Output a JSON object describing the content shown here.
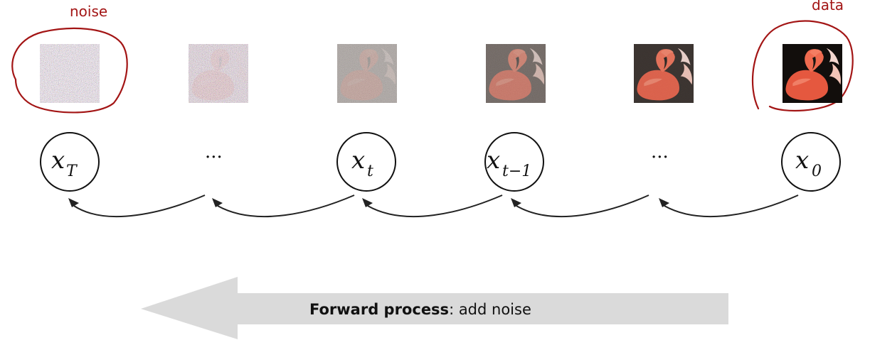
{
  "annotations": {
    "noise_label": "noise",
    "data_label": "data"
  },
  "nodes": [
    {
      "id": "x_T",
      "base": "x",
      "sub": "T"
    },
    {
      "id": "ellipsis_1",
      "text": "···"
    },
    {
      "id": "x_t",
      "base": "x",
      "sub": "t"
    },
    {
      "id": "x_t_minus_1",
      "base": "x",
      "sub": "t−1"
    },
    {
      "id": "ellipsis_2",
      "text": "···"
    },
    {
      "id": "x_0",
      "base": "x",
      "sub": "0"
    }
  ],
  "samples": [
    {
      "name": "pure-noise-sample",
      "noise_level": 1.0
    },
    {
      "name": "heavy-noise-sample",
      "noise_level": 0.85
    },
    {
      "name": "medium-noise-sample",
      "noise_level": 0.6
    },
    {
      "name": "light-noise-sample",
      "noise_level": 0.35
    },
    {
      "name": "slight-noise-sample",
      "noise_level": 0.12
    },
    {
      "name": "clean-data-sample",
      "noise_level": 0.0
    }
  ],
  "banner": {
    "bold_text": "Forward process",
    "rest_text": ": add noise"
  },
  "colors": {
    "annotation": "#a31515",
    "banner_fill": "#dadada",
    "flamingo": "#e5583f",
    "background_dark": "#1a1612"
  }
}
